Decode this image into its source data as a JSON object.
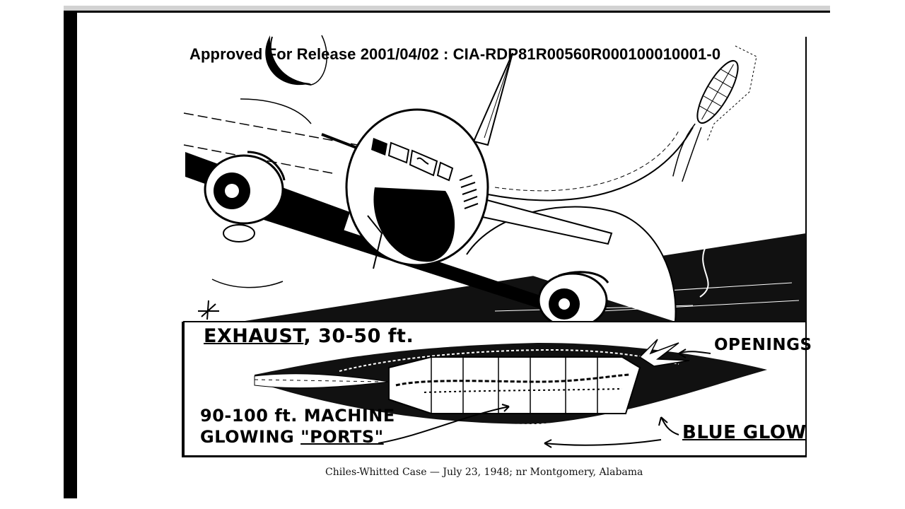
{
  "document": {
    "release_header": "Approved For Release 2001/04/02 : CIA-RDP81R00560R000100010001-0",
    "caption": "Chiles-Whitted Case — July 23, 1948; nr Montgomery, Alabama"
  },
  "illustration": {
    "labels": {
      "exhaust_word": "EXHAUST",
      "exhaust_length": ", 30-50 ft.",
      "openings": "OPENINGS",
      "machine_length": "90-100 ft. MACHINE",
      "glowing_prefix": "GLOWING ",
      "ports": "\"PORTS\"",
      "blue_glow": "BLUE GLOW"
    }
  }
}
